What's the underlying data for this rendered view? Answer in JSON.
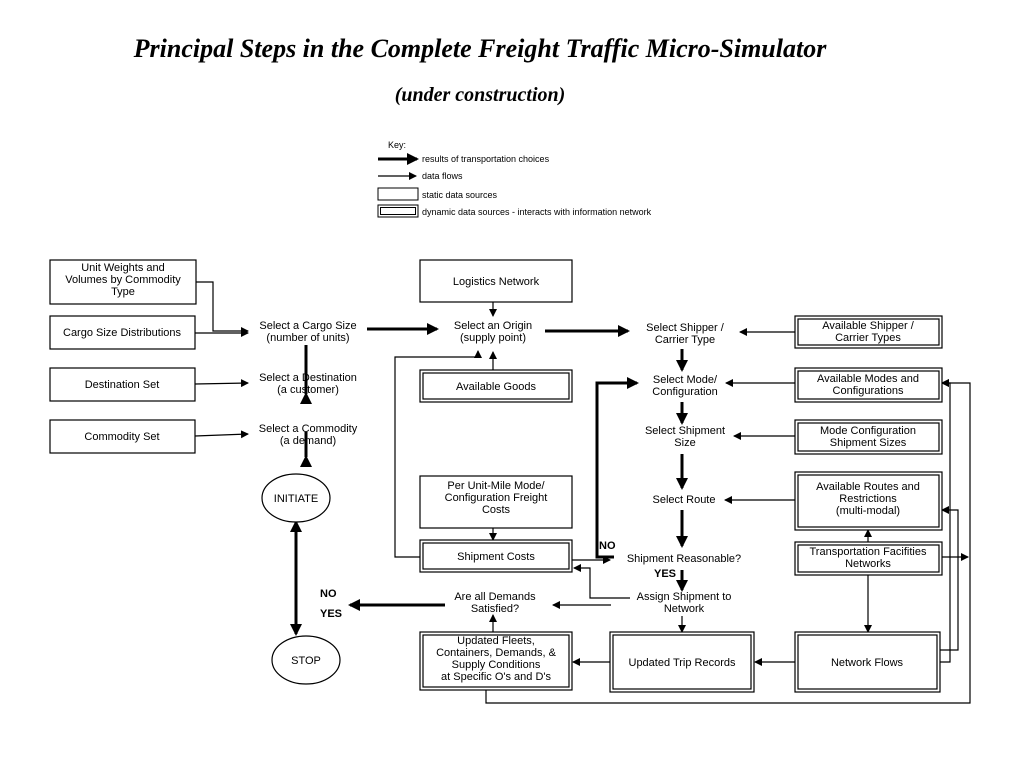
{
  "title": "Principal Steps in the Complete Freight Traffic Micro-Simulator",
  "subtitle": "(under construction)",
  "key": {
    "heading": "Key:",
    "results": "results of transportation choices",
    "flows": "data flows",
    "static": "static data sources",
    "dynamic": "dynamic data sources - interacts with information network"
  },
  "boxes": {
    "unit_weights": [
      "Unit Weights and",
      "Volumes by Commodity",
      "Type"
    ],
    "cargo_dist": [
      "Cargo Size Distributions"
    ],
    "dest_set": [
      "Destination Set"
    ],
    "commodity_set": [
      "Commodity Set"
    ],
    "logistics": [
      "Logistics Network"
    ],
    "avail_goods": [
      "Available Goods"
    ],
    "per_unit": [
      "Per Unit-Mile Mode/",
      "Configuration Freight",
      "Costs"
    ],
    "ship_costs": [
      "Shipment Costs"
    ],
    "updated_fleets": [
      "Updated Fleets,",
      "Containers, Demands, &",
      "Supply Conditions",
      "at Specific O's and D's"
    ],
    "updated_trip": [
      "Updated Trip Records"
    ],
    "network_flows": [
      "Network Flows"
    ],
    "avail_shipper": [
      "Available Shipper /",
      "Carrier Types"
    ],
    "avail_modes": [
      "Available Modes and",
      "Configurations"
    ],
    "mode_config": [
      "Mode Configuration",
      "Shipment Sizes"
    ],
    "avail_routes": [
      "Available Routes and",
      "Restrictions",
      "(multi-modal)"
    ],
    "transp_fac": [
      "Transportation Facifities",
      "Networks"
    ]
  },
  "nodes": {
    "cargo_size": [
      "Select a Cargo Size",
      "(number of units)"
    ],
    "destination": [
      "Select a Destination",
      "(a customer)"
    ],
    "commodity": [
      "Select a Commodity",
      "(a demand)"
    ],
    "origin": [
      "Select an Origin",
      "(supply point)"
    ],
    "shipper": [
      "Select Shipper /",
      "Carrier Type"
    ],
    "mode": [
      "Select Mode/",
      "Configuration"
    ],
    "ship_size": [
      "Select Shipment",
      "Size"
    ],
    "route": [
      "Select Route"
    ],
    "reasonable": [
      "Shipment Reasonable?"
    ],
    "assign": [
      "Assign Shipment to",
      "Network"
    ],
    "demands": [
      "Are all Demands",
      "Satisfied?"
    ],
    "initiate": [
      "INITIATE"
    ],
    "stop": [
      "STOP"
    ]
  },
  "labels": {
    "no_reasonable": "NO",
    "yes_reasonable": "YES",
    "no_demands": "NO",
    "yes_demands": "YES"
  }
}
